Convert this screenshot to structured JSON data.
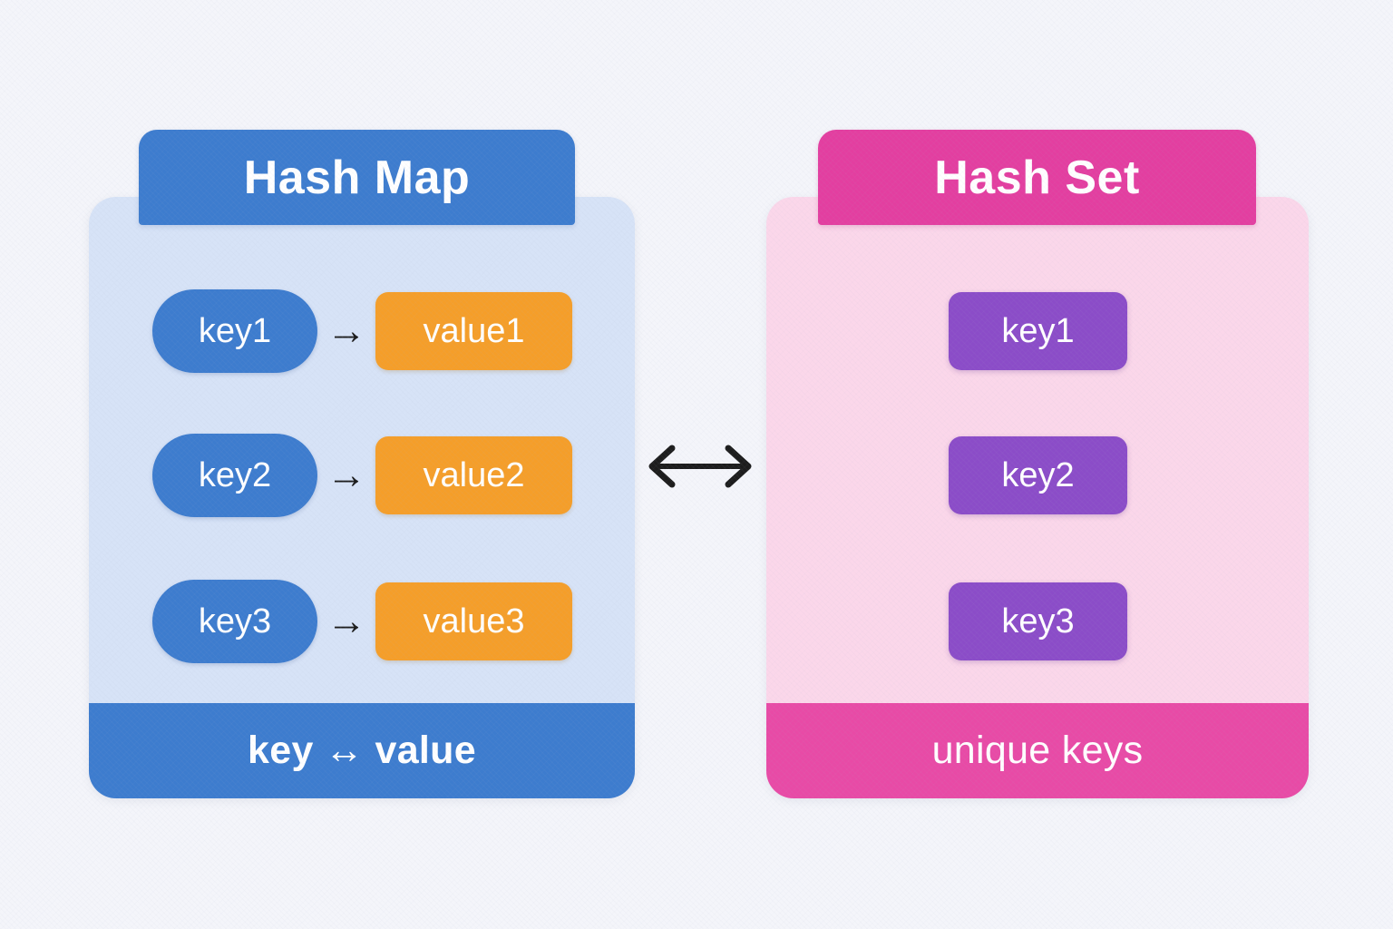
{
  "background": {
    "color": "#f4f5fa"
  },
  "hash_map": {
    "title": "Hash Map",
    "tab_color": "#3d7cce",
    "body_color": "#d7e3f7",
    "key_color": "#3d7cce",
    "value_color": "#f59e29",
    "footer_label": "key ↔ value",
    "arrow_glyph": "→",
    "entries": [
      {
        "key": "key1",
        "value": "value1"
      },
      {
        "key": "key2",
        "value": "value2"
      },
      {
        "key": "key3",
        "value": "value3"
      }
    ]
  },
  "hash_set": {
    "title": "Hash Set",
    "tab_color": "#e33ea0",
    "body_color": "#fbd7ea",
    "footer_color": "#e84aa6",
    "item_color": "#8b4cc8",
    "footer_label": "unique keys",
    "items": [
      "key1",
      "key2",
      "key3"
    ]
  },
  "connector": {
    "icon": "bidirectional-arrow",
    "color": "#1c1c1c"
  }
}
